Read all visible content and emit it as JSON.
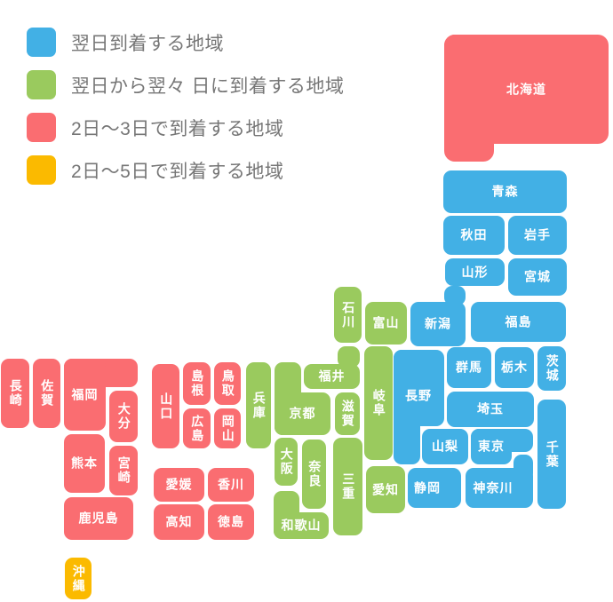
{
  "legend": {
    "background": "#ffffff",
    "text_color": "#767676",
    "items": [
      {
        "id": "next-day",
        "label": "翌日到着する地域",
        "color": "#42b0e5"
      },
      {
        "id": "next-to-second-day",
        "label": "翌日から翌々 日に到着する地域",
        "color": "#9aca5e"
      },
      {
        "id": "two-to-three-days",
        "label": "2日〜3日で到着する地域",
        "color": "#fa6d71"
      },
      {
        "id": "two-to-five-days",
        "label": "2日〜5日で到着する地域",
        "color": "#fbba00"
      }
    ]
  },
  "map": {
    "label_color": "#ffffff",
    "prefectures": [
      {
        "id": "hokkaido",
        "name": "北海道",
        "category": "two-to-three-days",
        "rects": [
          [
            500,
            39,
            185,
            123
          ],
          [
            500,
            39,
            56,
            143
          ]
        ],
        "radius": 12
      },
      {
        "id": "aomori",
        "name": "青森",
        "category": "next-day",
        "rects": [
          [
            499,
            192,
            139,
            48
          ]
        ]
      },
      {
        "id": "akita",
        "name": "秋田",
        "category": "next-day",
        "rects": [
          [
            499,
            243,
            69,
            44
          ]
        ]
      },
      {
        "id": "iwate",
        "name": "岩手",
        "category": "next-day",
        "rects": [
          [
            572,
            243,
            66,
            44
          ]
        ]
      },
      {
        "id": "yamagata",
        "name": "山形",
        "category": "next-day",
        "rects": [
          [
            501,
            291,
            67,
            31
          ]
        ]
      },
      {
        "id": "miyagi",
        "name": "宮城",
        "category": "next-day",
        "rects": [
          [
            572,
            291,
            66,
            42
          ]
        ]
      },
      {
        "id": "niigata",
        "name": "新潟",
        "category": "next-day",
        "rects": [
          [
            462,
            340,
            62,
            50
          ],
          [
            500,
            322,
            24,
            22
          ]
        ]
      },
      {
        "id": "fukushima",
        "name": "福島",
        "category": "next-day",
        "rects": [
          [
            530,
            340,
            107,
            45
          ]
        ]
      },
      {
        "id": "gunma",
        "name": "群馬",
        "category": "next-day",
        "rects": [
          [
            503,
            391,
            50,
            46
          ]
        ]
      },
      {
        "id": "tochigi",
        "name": "栃木",
        "category": "next-day",
        "rects": [
          [
            557,
            391,
            44,
            46
          ]
        ]
      },
      {
        "id": "ibaraki",
        "name": "茨城",
        "category": "next-day",
        "rects": [
          [
            605,
            390,
            32,
            50
          ]
        ],
        "vertical": true
      },
      {
        "id": "saitama",
        "name": "埼玉",
        "category": "next-day",
        "rects": [
          [
            503,
            441,
            98,
            40
          ]
        ]
      },
      {
        "id": "chiba",
        "name": "千葉",
        "category": "next-day",
        "rects": [
          [
            605,
            450,
            32,
            123
          ]
        ],
        "vertical": true
      },
      {
        "id": "tokyo",
        "name": "東京",
        "category": "next-day",
        "rects": [
          [
            530,
            483,
            70,
            26
          ],
          [
            530,
            483,
            46,
            40
          ]
        ],
        "label_rect": 1
      },
      {
        "id": "kanagawa",
        "name": "神奈川",
        "category": "next-day",
        "rects": [
          [
            524,
            527,
            76,
            45
          ],
          [
            578,
            512,
            22,
            30
          ]
        ],
        "label": [
          555,
          550
        ]
      },
      {
        "id": "yamanashi",
        "name": "山梨",
        "category": "next-day",
        "rects": [
          [
            475,
            483,
            52,
            40
          ]
        ]
      },
      {
        "id": "nagano",
        "name": "長野",
        "category": "next-day",
        "rects": [
          [
            443,
            394,
            57,
            86
          ],
          [
            443,
            394,
            30,
            129
          ]
        ],
        "label": [
          471,
          446
        ]
      },
      {
        "id": "shizuoka",
        "name": "静岡",
        "category": "next-day",
        "rects": [
          [
            459,
            527,
            60,
            45
          ]
        ],
        "label": [
          481,
          550
        ]
      },
      {
        "id": "ishikawa",
        "name": "石川",
        "category": "next-to-second-day",
        "rects": [
          [
            376,
            323,
            31,
            63
          ]
        ],
        "vertical": true
      },
      {
        "id": "toyama",
        "name": "富山",
        "category": "next-to-second-day",
        "rects": [
          [
            411,
            340,
            47,
            48
          ]
        ]
      },
      {
        "id": "fukui",
        "name": "福井",
        "category": "next-to-second-day",
        "rects": [
          [
            342,
            410,
            63,
            28
          ],
          [
            380,
            390,
            25,
            24
          ]
        ]
      },
      {
        "id": "gifu",
        "name": "岐阜",
        "category": "next-to-second-day",
        "rects": [
          [
            410,
            390,
            32,
            128
          ]
        ],
        "vertical": true
      },
      {
        "id": "aichi",
        "name": "愛知",
        "category": "next-to-second-day",
        "rects": [
          [
            412,
            525,
            44,
            53
          ]
        ]
      },
      {
        "id": "shiga",
        "name": "滋賀",
        "category": "next-to-second-day",
        "rects": [
          [
            377,
            442,
            28,
            48
          ]
        ],
        "vertical": true
      },
      {
        "id": "kyoto",
        "name": "京都",
        "category": "next-to-second-day",
        "rects": [
          [
            309,
            408,
            30,
            82
          ],
          [
            309,
            442,
            63,
            48
          ]
        ],
        "label_rect": 1
      },
      {
        "id": "hyogo",
        "name": "兵庫",
        "category": "next-to-second-day",
        "rects": [
          [
            277,
            408,
            28,
            97
          ]
        ],
        "vertical": true
      },
      {
        "id": "osaka",
        "name": "大阪",
        "category": "next-to-second-day",
        "rects": [
          [
            309,
            493,
            26,
            54
          ]
        ],
        "vertical": true
      },
      {
        "id": "nara",
        "name": "奈良",
        "category": "next-to-second-day",
        "rects": [
          [
            340,
            495,
            27,
            78
          ]
        ],
        "vertical": true
      },
      {
        "id": "wakayama",
        "name": "和歌山",
        "category": "next-to-second-day",
        "rects": [
          [
            308,
            553,
            29,
            54
          ],
          [
            308,
            577,
            62,
            30
          ]
        ],
        "label_rect": 1
      },
      {
        "id": "mie",
        "name": "三重",
        "category": "next-to-second-day",
        "rects": [
          [
            375,
            493,
            33,
            110
          ]
        ],
        "vertical": true
      },
      {
        "id": "tottori",
        "name": "鳥取",
        "category": "two-to-three-days",
        "rects": [
          [
            241,
            408,
            30,
            48
          ]
        ],
        "vertical": true
      },
      {
        "id": "shimane",
        "name": "島根",
        "category": "two-to-three-days",
        "rects": [
          [
            206,
            408,
            31,
            48
          ]
        ],
        "vertical": true
      },
      {
        "id": "okayama",
        "name": "岡山",
        "category": "two-to-three-days",
        "rects": [
          [
            241,
            460,
            30,
            45
          ]
        ],
        "vertical": true
      },
      {
        "id": "hiroshima",
        "name": "広島",
        "category": "two-to-three-days",
        "rects": [
          [
            206,
            460,
            31,
            45
          ]
        ],
        "vertical": true
      },
      {
        "id": "yamaguchi",
        "name": "山口",
        "category": "two-to-three-days",
        "rects": [
          [
            171,
            410,
            31,
            95
          ]
        ],
        "vertical": true
      },
      {
        "id": "ehime",
        "name": "愛媛",
        "category": "two-to-three-days",
        "rects": [
          [
            173,
            527,
            57,
            38
          ]
        ]
      },
      {
        "id": "kagawa",
        "name": "香川",
        "category": "two-to-three-days",
        "rects": [
          [
            234,
            527,
            52,
            38
          ]
        ]
      },
      {
        "id": "kochi",
        "name": "高知",
        "category": "two-to-three-days",
        "rects": [
          [
            173,
            568,
            57,
            40
          ]
        ]
      },
      {
        "id": "tokushima",
        "name": "徳島",
        "category": "two-to-three-days",
        "rects": [
          [
            234,
            568,
            52,
            40
          ]
        ]
      },
      {
        "id": "fukuoka",
        "name": "福岡",
        "category": "two-to-three-days",
        "rects": [
          [
            72,
            404,
            83,
            32
          ],
          [
            72,
            404,
            47,
            81
          ]
        ],
        "label_rect": 1
      },
      {
        "id": "saga",
        "name": "佐賀",
        "category": "two-to-three-days",
        "rects": [
          [
            37,
            404,
            31,
            78
          ]
        ],
        "vertical": true
      },
      {
        "id": "nagasaki",
        "name": "長崎",
        "category": "two-to-three-days",
        "rects": [
          [
            1,
            404,
            32,
            78
          ]
        ],
        "vertical": true
      },
      {
        "id": "oita",
        "name": "大分",
        "category": "two-to-three-days",
        "rects": [
          [
            123,
            440,
            32,
            58
          ]
        ],
        "vertical": true
      },
      {
        "id": "kumamoto",
        "name": "熊本",
        "category": "two-to-three-days",
        "rects": [
          [
            72,
            489,
            46,
            66
          ]
        ]
      },
      {
        "id": "miyazaki",
        "name": "宮崎",
        "category": "two-to-three-days",
        "rects": [
          [
            123,
            502,
            32,
            56
          ]
        ],
        "vertical": true
      },
      {
        "id": "kagoshima",
        "name": "鹿児島",
        "category": "two-to-three-days",
        "rects": [
          [
            72,
            560,
            78,
            48
          ]
        ]
      },
      {
        "id": "okinawa",
        "name": "沖縄",
        "category": "two-to-five-days",
        "rects": [
          [
            73,
            628,
            30,
            47
          ]
        ],
        "vertical": true
      }
    ]
  }
}
